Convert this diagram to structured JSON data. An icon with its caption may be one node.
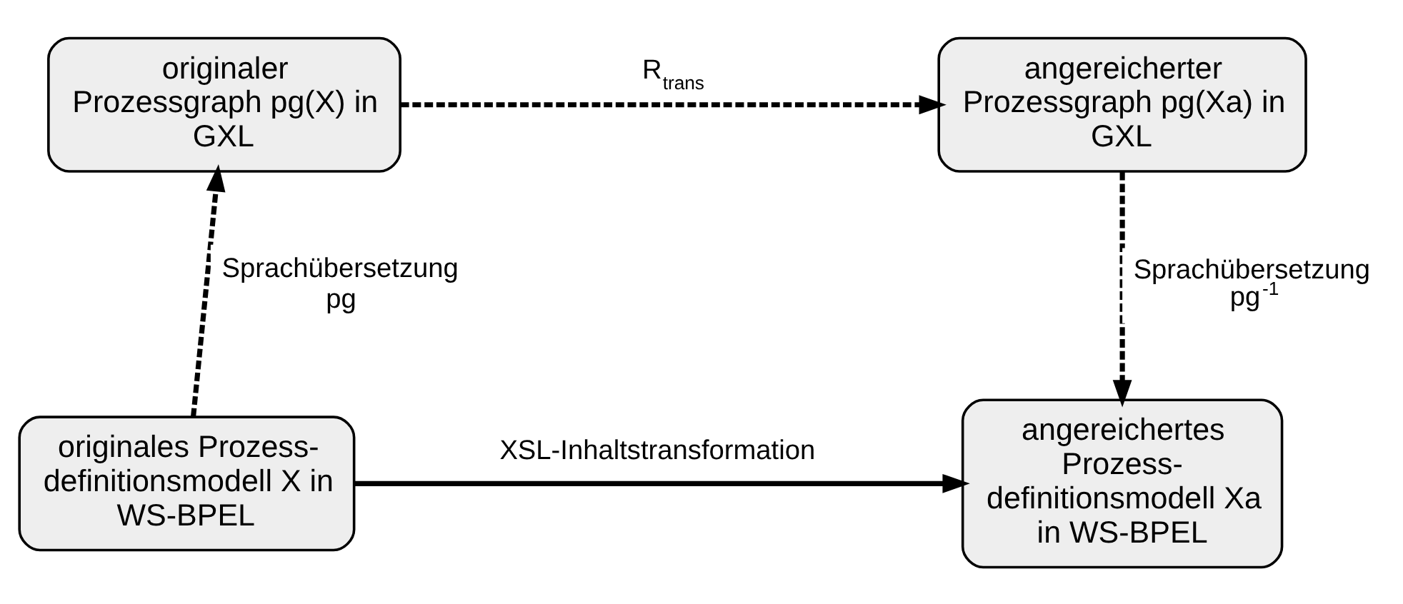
{
  "diagram": {
    "nodes": [
      {
        "text": [
          "originaler Prozessgraph pg(X) in GXL"
        ]
      },
      {
        "text": [
          "angereicherter Prozessgraph pg(Xa) in GXL"
        ]
      },
      {
        "text": [
          "originales Prozess- definitionsmodell X in WS-BPEL"
        ]
      },
      {
        "text": [
          "angereichertes Prozess- definitionsmodell Xa in WS-BPEL"
        ]
      }
    ],
    "edges": [
      {
        "from": 0,
        "to": 1,
        "arrow": "to",
        "label": "R$_{trans}$",
        "style": "dashed"
      },
      {
        "from": 2,
        "to": 0,
        "arrow": "to",
        "label": "Sprachübersetzung pg",
        "style": "dashed"
      },
      {
        "from": 1,
        "to": 3,
        "arrow": "to",
        "label": "Sprachübersetzung pg$^{-1}$",
        "style": "dashed"
      },
      {
        "from": 2,
        "to": 3,
        "arrow": "to",
        "label": "XSL-Inhaltstransformation"
      }
    ]
  }
}
